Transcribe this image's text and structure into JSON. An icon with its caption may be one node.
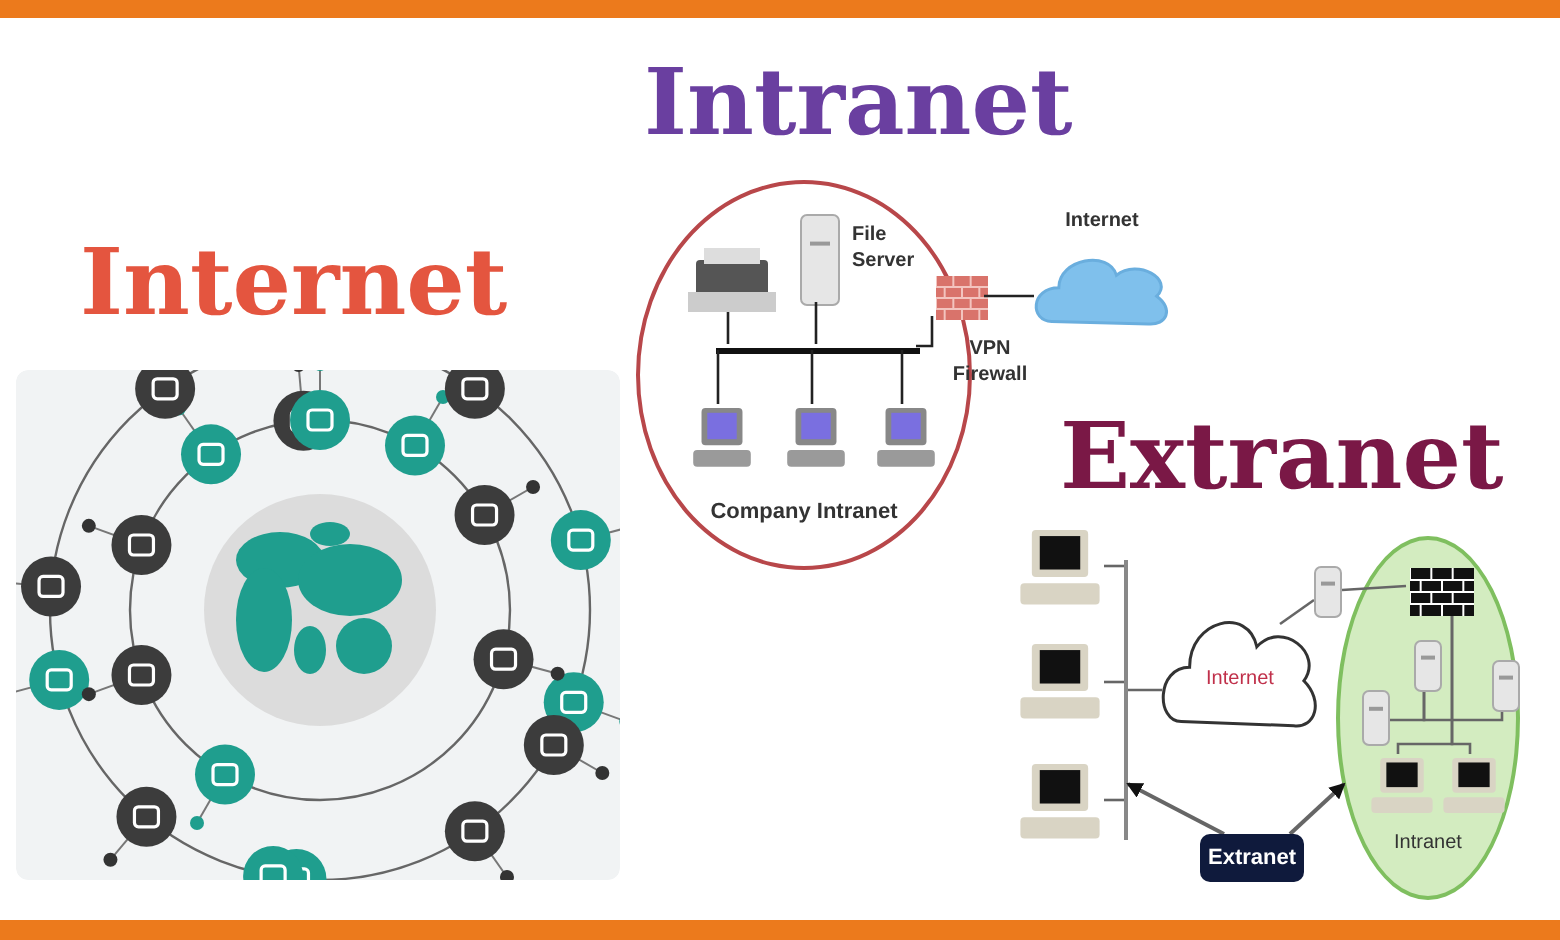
{
  "diagram": {
    "nodes": [
      {
        "text": [
          "Company Intranet"
        ]
      },
      {
        "text": [],
        "shape": "picture",
        "in": 0
      },
      {
        "text": [
          "File Server"
        ],
        "in": 0
      },
      {
        "text": [
          "VPN Firewall"
        ],
        "in": 0
      },
      {
        "text": [],
        "shape": "bar",
        "in": 0
      },
      {
        "text": [],
        "shape": "picture",
        "in": 0
      },
      {
        "text": [],
        "shape": "picture",
        "in": 0
      },
      {
        "text": [],
        "shape": "picture",
        "in": 0
      },
      {
        "text": [
          "Internet"
        ]
      },
      {
        "text": [],
        "shape": "picture"
      },
      {
        "text": [],
        "shape": "picture"
      },
      {
        "text": [],
        "shape": "picture"
      },
      {
        "text": [],
        "shape": "bar"
      },
      {
        "text": [
          "Internet"
        ]
      },
      {
        "text": [
          "Intranet"
        ]
      },
      {
        "text": [],
        "shape": "picture"
      },
      {
        "text": [],
        "shape": "picture",
        "in": 14
      },
      {
        "text": [],
        "shape": "picture",
        "in": 14
      },
      {
        "text": [],
        "shape": "picture",
        "in": 14
      },
      {
        "text": [],
        "shape": "picture",
        "in": 14
      },
      {
        "text": [],
        "shape": "picture",
        "in": 14
      },
      {
        "text": [],
        "shape": "picture",
        "in": 14
      },
      {
        "text": [
          "Extranet"
        ]
      }
    ],
    "edges": [
      {
        "from": 1,
        "to": 4,
        "arrow": "none"
      },
      {
        "from": 2,
        "to": 4,
        "arrow": "none"
      },
      {
        "from": 3,
        "to": 4,
        "arrow": "none"
      },
      {
        "from": 4,
        "to": 5,
        "arrow": "none"
      },
      {
        "from": 4,
        "to": 6,
        "arrow": "none"
      },
      {
        "from": 4,
        "to": 7,
        "arrow": "none"
      },
      {
        "from": 3,
        "to": 8,
        "arrow": "none"
      },
      {
        "from": 9,
        "to": 12,
        "arrow": "none"
      },
      {
        "from": 10,
        "to": 12,
        "arrow": "none"
      },
      {
        "from": 11,
        "to": 12,
        "arrow": "none"
      },
      {
        "from": 12,
        "to": 13,
        "arrow": "none"
      },
      {
        "from": 13,
        "to": 15,
        "arrow": "none"
      },
      {
        "from": 15,
        "to": 16,
        "arrow": "none"
      },
      {
        "from": 17,
        "to": 18,
        "arrow": "none"
      },
      {
        "from": 17,
        "to": 19,
        "arrow": "none"
      },
      {
        "from": 16,
        "to": 20,
        "arrow": "none"
      },
      {
        "from": 16,
        "to": 21,
        "arrow": "none"
      },
      {
        "from": 22,
        "to": 12,
        "arrow": "to"
      },
      {
        "from": 22,
        "to": 14,
        "arrow": "to"
      }
    ],
    "labels": [
      "Intranet",
      "Internet",
      "Extranet"
    ]
  }
}
